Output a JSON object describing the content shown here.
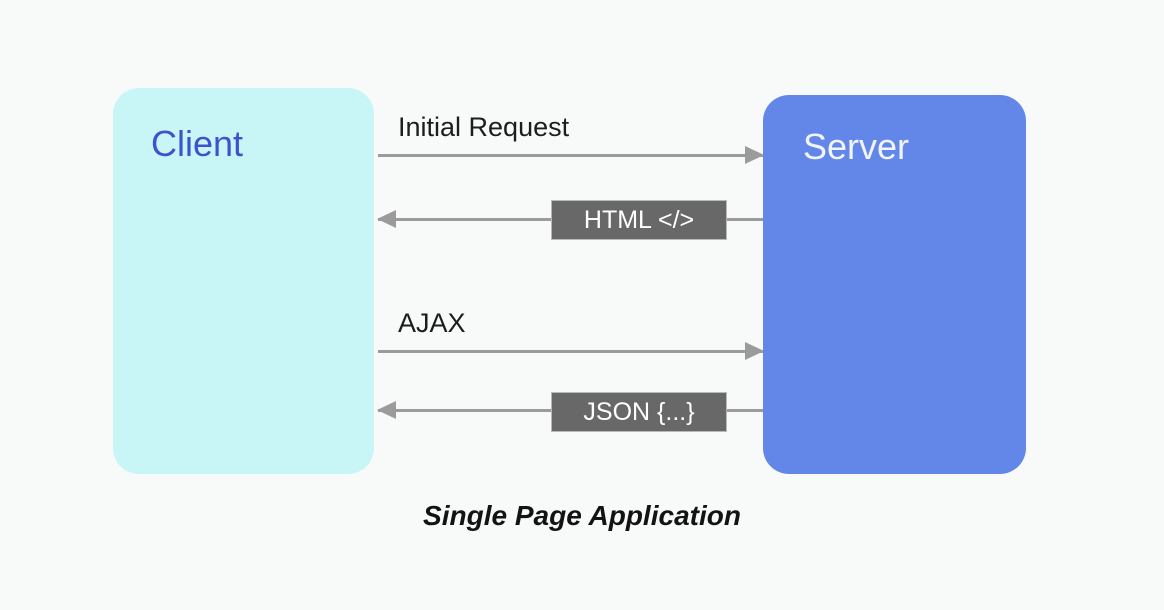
{
  "diagram": {
    "caption": "Single Page Application",
    "background_color": "#f8f9f9",
    "nodes": [
      {
        "id": "client",
        "label": "Client",
        "fill_color": "#c8f6f6",
        "text_color": "#3f51cf"
      },
      {
        "id": "server",
        "label": "Server",
        "fill_color": "#6287e8",
        "text_color": "#f2f4fb"
      }
    ],
    "flows": [
      {
        "id": "initial-request",
        "label": "Initial Request",
        "from": "client",
        "to": "server",
        "direction": "right",
        "label_style": "plain",
        "line_color": "#9b9b9b"
      },
      {
        "id": "html-response",
        "label": "HTML </>",
        "from": "server",
        "to": "client",
        "direction": "left",
        "label_style": "chip",
        "line_color": "#9b9b9b",
        "chip_color": "#686868"
      },
      {
        "id": "ajax",
        "label": "AJAX",
        "from": "client",
        "to": "server",
        "direction": "right",
        "label_style": "plain",
        "line_color": "#9b9b9b"
      },
      {
        "id": "json-response",
        "label": "JSON {...}",
        "from": "server",
        "to": "client",
        "direction": "left",
        "label_style": "chip",
        "line_color": "#9b9b9b",
        "chip_color": "#686868"
      }
    ]
  }
}
